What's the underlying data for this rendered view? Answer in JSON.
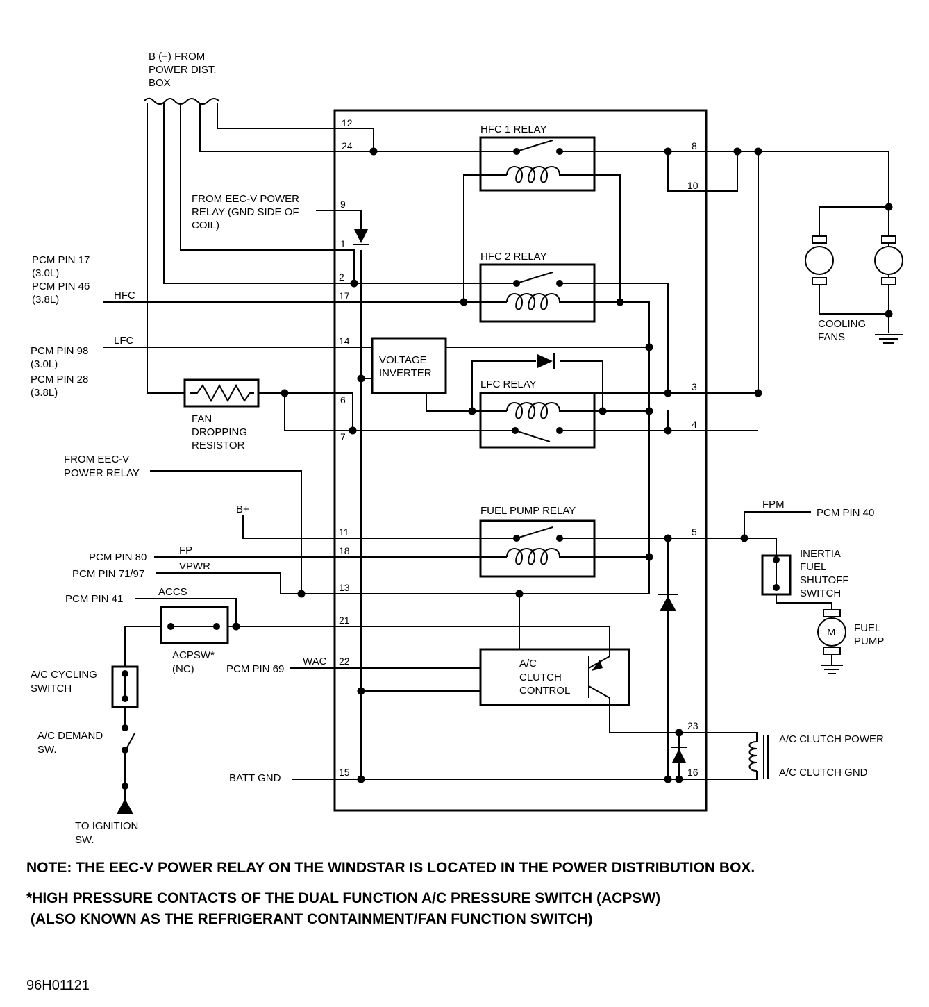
{
  "labels": {
    "b_plus_from": [
      "B (+) FROM",
      "POWER DIST.",
      "BOX"
    ],
    "from_eec_coil": [
      "FROM EEC-V POWER",
      "RELAY (GND SIDE OF",
      "COIL)"
    ],
    "pcm_pin_17": "PCM PIN 17",
    "l30_a": "(3.0L)",
    "pcm_pin_46": "PCM PIN 46",
    "l38_a": "(3.8L)",
    "hfc": "HFC",
    "lfc": "LFC",
    "pcm_pin_98": "PCM PIN 98",
    "l30_b": "(3.0L)",
    "pcm_pin_28": "PCM PIN 28",
    "l38_b": "(3.8L)",
    "fan_dropping_resistor": [
      "FAN",
      "DROPPING",
      "RESISTOR"
    ],
    "from_eec_power_relay": [
      "FROM EEC-V",
      "POWER RELAY"
    ],
    "b_plus": "B+",
    "pcm_pin_80": "PCM PIN 80",
    "fp": "FP",
    "pcm_pin_7197": "PCM PIN 71/97",
    "vpwr": "VPWR",
    "pcm_pin_41": "PCM PIN 41",
    "accs": "ACCS",
    "acpsw": [
      "ACPSW*",
      "(NC)"
    ],
    "ac_cycling_switch": [
      "A/C CYCLING",
      "SWITCH"
    ],
    "ac_demand_sw": [
      "A/C DEMAND",
      "SW."
    ],
    "to_ignition_sw": [
      "TO IGNITION",
      "SW."
    ],
    "pcm_pin_69": "PCM PIN 69",
    "wac": "WAC",
    "batt_gnd": "BATT GND",
    "hfc1_relay": "HFC 1 RELAY",
    "hfc2_relay": "HFC 2 RELAY",
    "voltage_inverter": [
      "VOLTAGE",
      "INVERTER"
    ],
    "lfc_relay": "LFC RELAY",
    "fuel_pump_relay": "FUEL PUMP RELAY",
    "ac_clutch_control": [
      "A/C",
      "CLUTCH",
      "CONTROL"
    ],
    "cooling_fans": [
      "COOLING",
      "FANS"
    ],
    "fpm": "FPM",
    "pcm_pin_40": "PCM PIN 40",
    "inertia_switch": [
      "INERTIA",
      "FUEL",
      "SHUTOFF",
      "SWITCH"
    ],
    "fuel_pump": [
      "FUEL",
      "PUMP"
    ],
    "motor_symbol": "M",
    "ac_clutch_power": "A/C CLUTCH POWER",
    "ac_clutch_gnd": "A/C CLUTCH GND"
  },
  "pins": {
    "p12": "12",
    "p24": "24",
    "p9": "9",
    "p1": "1",
    "p2": "2",
    "p17": "17",
    "p14": "14",
    "p6": "6",
    "p7": "7",
    "p11": "11",
    "p18": "18",
    "p13": "13",
    "p21": "21",
    "p22": "22",
    "p15": "15",
    "p8": "8",
    "p10": "10",
    "p3": "3",
    "p4": "4",
    "p5": "5",
    "p23": "23",
    "p16": "16"
  },
  "notes": {
    "note1": "NOTE: THE EEC-V POWER RELAY ON THE WINDSTAR IS LOCATED IN THE POWER DISTRIBUTION BOX.",
    "note2": "*HIGH PRESSURE CONTACTS OF THE DUAL FUNCTION A/C PRESSURE SWITCH (ACPSW)",
    "note3": " (ALSO KNOWN AS THE REFRIGERANT CONTAINMENT/FAN FUNCTION SWITCH)",
    "code": "96H01121"
  }
}
